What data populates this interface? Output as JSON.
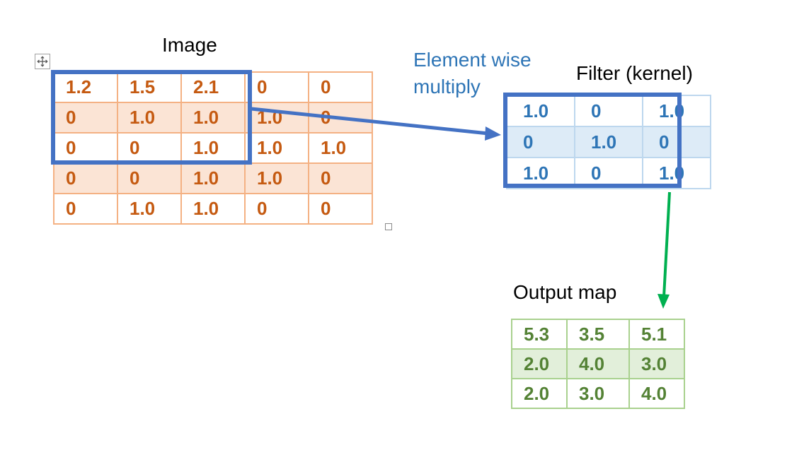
{
  "image": {
    "title": "Image",
    "rows": [
      [
        "1.2",
        "1.5",
        "2.1",
        "0",
        "0"
      ],
      [
        "0",
        "1.0",
        "1.0",
        "1.0",
        "0"
      ],
      [
        "0",
        "0",
        "1.0",
        "1.0",
        "1.0"
      ],
      [
        "0",
        "0",
        "1.0",
        "1.0",
        "0"
      ],
      [
        "0",
        "1.0",
        "1.0",
        "0",
        "0"
      ]
    ]
  },
  "operation": {
    "label": "Element wise multiply"
  },
  "filter": {
    "title": "Filter (kernel)",
    "rows": [
      [
        "1.0",
        "0",
        "1.0"
      ],
      [
        "0",
        "1.0",
        "0"
      ],
      [
        "1.0",
        "0",
        "1.0"
      ]
    ]
  },
  "output": {
    "title": "Output map",
    "rows": [
      [
        "5.3",
        "3.5",
        "5.1"
      ],
      [
        "2.0",
        "4.0",
        "3.0"
      ],
      [
        "2.0",
        "3.0",
        "4.0"
      ]
    ]
  },
  "colors": {
    "image_text": "#c55a11",
    "image_border": "#f4b183",
    "image_shade": "#fbe4d5",
    "filter_text": "#2e75b6",
    "filter_shade": "#ddebf7",
    "window_border": "#4472c4",
    "operation_text": "#2e75b6",
    "output_text": "#548235",
    "output_border": "#a9d18e",
    "output_shade": "#e2efda",
    "output_arrow": "#00b050"
  },
  "icons": {
    "table_handle": "move-icon",
    "resize_handle": "resize-handle-icon"
  }
}
